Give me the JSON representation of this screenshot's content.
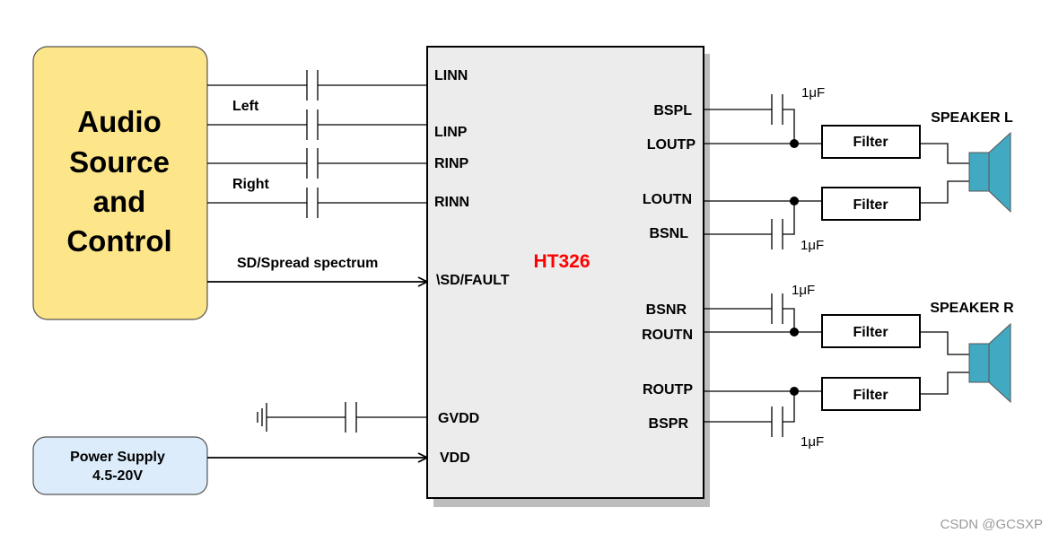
{
  "source_block": {
    "title_lines": [
      "Audio",
      "Source",
      "and",
      "Control"
    ]
  },
  "power_block": {
    "line1": "Power Supply",
    "line2": "4.5-20V"
  },
  "signal_labels": {
    "left": "Left",
    "right": "Right",
    "sd": "SD/Spread spectrum"
  },
  "chip": {
    "name": "HT326",
    "name_color": "#ff0000",
    "left_pins": [
      "LINN",
      "LINP",
      "RINP",
      "RINN",
      "\\SD/FAULT",
      "GVDD",
      "VDD"
    ],
    "right_pins": [
      "BSPL",
      "LOUTP",
      "LOUTN",
      "BSNL",
      "BSNR",
      "ROUTN",
      "ROUTP",
      "BSPR"
    ]
  },
  "caps": {
    "bspl": "1μF",
    "bsnl": "1μF",
    "bsnr": "1μF",
    "bspr": "1μF"
  },
  "filters": [
    "Filter",
    "Filter",
    "Filter",
    "Filter"
  ],
  "speakers": {
    "left": "SPEAKER L",
    "right": "SPEAKER R"
  },
  "colors": {
    "source_fill": "#fde58a",
    "power_fill": "#dcecfb",
    "chip_fill": "#ececec",
    "speaker_fill": "#41a9c1"
  },
  "watermark": "CSDN @GCSXP"
}
